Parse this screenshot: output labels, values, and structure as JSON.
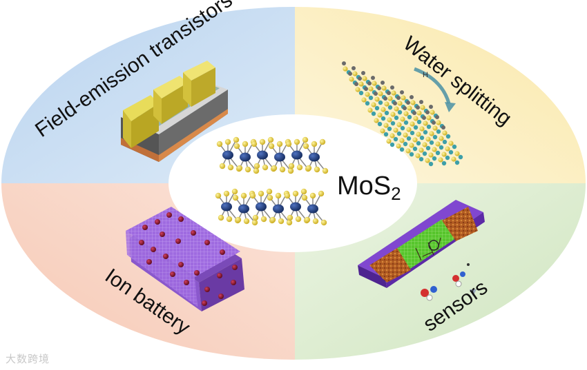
{
  "center": {
    "main": "MoS",
    "sub": "2"
  },
  "quadrants": {
    "top_left": {
      "label": "Field-emission transistors",
      "color": "#c7dcf2"
    },
    "top_right": {
      "label": "Water splitting",
      "color": "#fbefc4"
    },
    "bottom_left": {
      "label": "Ion battery",
      "color": "#f8d2c4"
    },
    "bottom_right": {
      "label": "sensors",
      "color": "#dcecd0"
    }
  },
  "watermark": {
    "text": "大数跨境"
  },
  "colors": {
    "ring_background": "#ffffff",
    "mo_atom": "#1f3a78",
    "s_atom": "#e8d84a",
    "lithium_atom": "#8b1028",
    "battery": "#a575e0",
    "sensor_frame": "#7a43c6",
    "graphene": "#5ccf2f"
  }
}
